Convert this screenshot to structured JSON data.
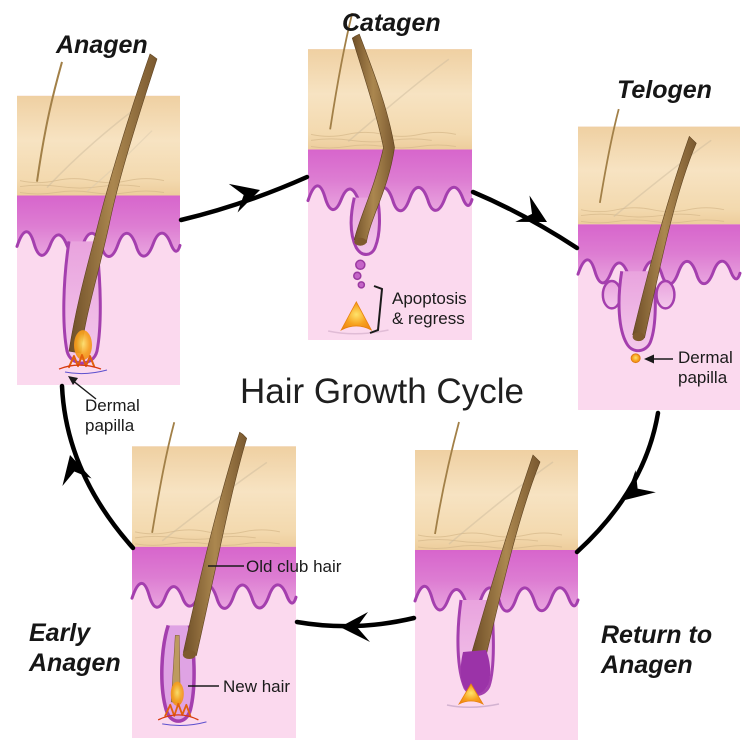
{
  "title": "Hair Growth Cycle",
  "stages": {
    "anagen": {
      "label": "Anagen"
    },
    "catagen": {
      "label": "Catagen"
    },
    "telogen": {
      "label": "Telogen"
    },
    "return_anagen": {
      "label": "Return to\nAnagen"
    },
    "early_anagen": {
      "label": "Early\nAnagen"
    }
  },
  "annotations": {
    "anagen_dermal_papilla": "Dermal\npapilla",
    "catagen_apoptosis": "Apoptosis\n& regress",
    "telogen_dermal_papilla": "Dermal\npapilla",
    "early_old_club_hair": "Old club hair",
    "early_new_hair": "New hair"
  },
  "cycle_flow": [
    {
      "from": "Anagen",
      "to": "Catagen"
    },
    {
      "from": "Catagen",
      "to": "Telogen"
    },
    {
      "from": "Telogen",
      "to": "Return to Anagen"
    },
    {
      "from": "Return to Anagen",
      "to": "Early Anagen"
    },
    {
      "from": "Early Anagen",
      "to": "Anagen"
    }
  ],
  "colors": {
    "background": "#ffffff",
    "skin_tan": "#F4DBB0",
    "epidermis_line": "#D9BC8E",
    "dermis_magenta": "#D765CC",
    "dermis_light_pink": "#FBD9EE",
    "follicle_outline": "#A43FAE",
    "follicle_fill": "#EDAAE1",
    "hair_brown": "#8F6B3A",
    "papilla_orange": "#F59E1C",
    "arrow": "#000000",
    "text": "#1b1b1b"
  }
}
